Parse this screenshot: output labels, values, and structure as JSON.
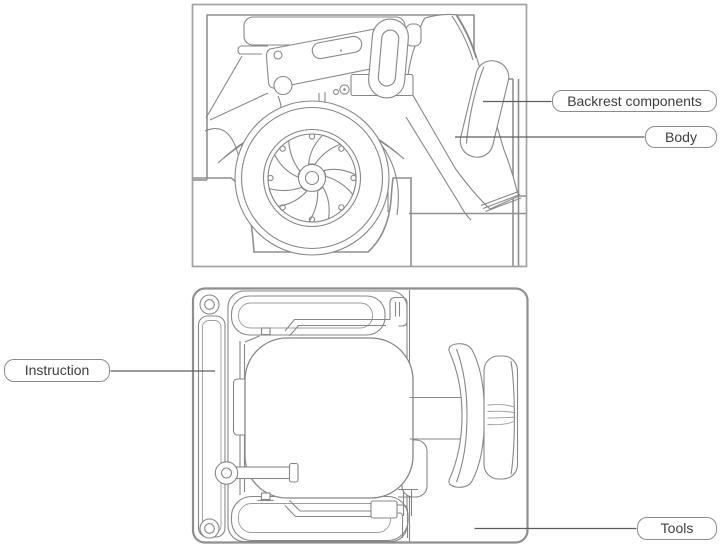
{
  "callouts": {
    "backrest": {
      "label": "Backrest components"
    },
    "body": {
      "label": "Body"
    },
    "instruction": {
      "label": "Instruction"
    },
    "tools": {
      "label": "Tools"
    }
  },
  "colors": {
    "background": "#ffffff",
    "artwork_line": "#878787",
    "artwork_line_light": "#9c9c9c",
    "packaging_line": "#8f8f8f",
    "frame_line": "#a3a3a3",
    "leader_line": "#5e5e5e",
    "label_border": "#8c8c8c",
    "label_text": "#3d3d3d",
    "label_fill": "#ffffff"
  }
}
